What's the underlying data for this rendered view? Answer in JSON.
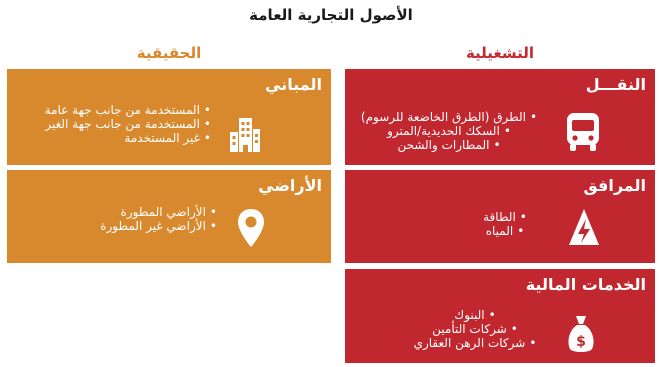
{
  "title": "الأصول التجارية العامة",
  "columns": {
    "operational": "التشغيلية",
    "real": "الحقيقية"
  },
  "cards": {
    "transport": {
      "title": "النقـــل",
      "icon": "bus-icon",
      "items": [
        "الطرق (الطرق الخاضعة للرسوم)",
        "السكك الحديدية/المترو",
        "المطارات والشحن"
      ]
    },
    "utilities": {
      "title": "المرافق",
      "icon": "power-warning-icon",
      "items": [
        "الطاقة",
        "المياه"
      ]
    },
    "financial": {
      "title": "الخدمات المالية",
      "icon": "money-bag-icon",
      "items": [
        "البنوك",
        "شركات التأمين",
        "شركات الرهن العقاري"
      ]
    },
    "buildings": {
      "title": "المباني",
      "icon": "building-icon",
      "items": [
        "المستخدمة من جانب جهة عامة",
        "المستخدمة من جانب جهة الغير",
        "غير المستخدمة"
      ]
    },
    "land": {
      "title": "الأراضي",
      "icon": "location-pin-icon",
      "items": [
        "الأراضي المطورة",
        "الأراضي غير المطورة"
      ]
    }
  },
  "colors": {
    "operational": "#c0272f",
    "real": "#d9892d"
  }
}
